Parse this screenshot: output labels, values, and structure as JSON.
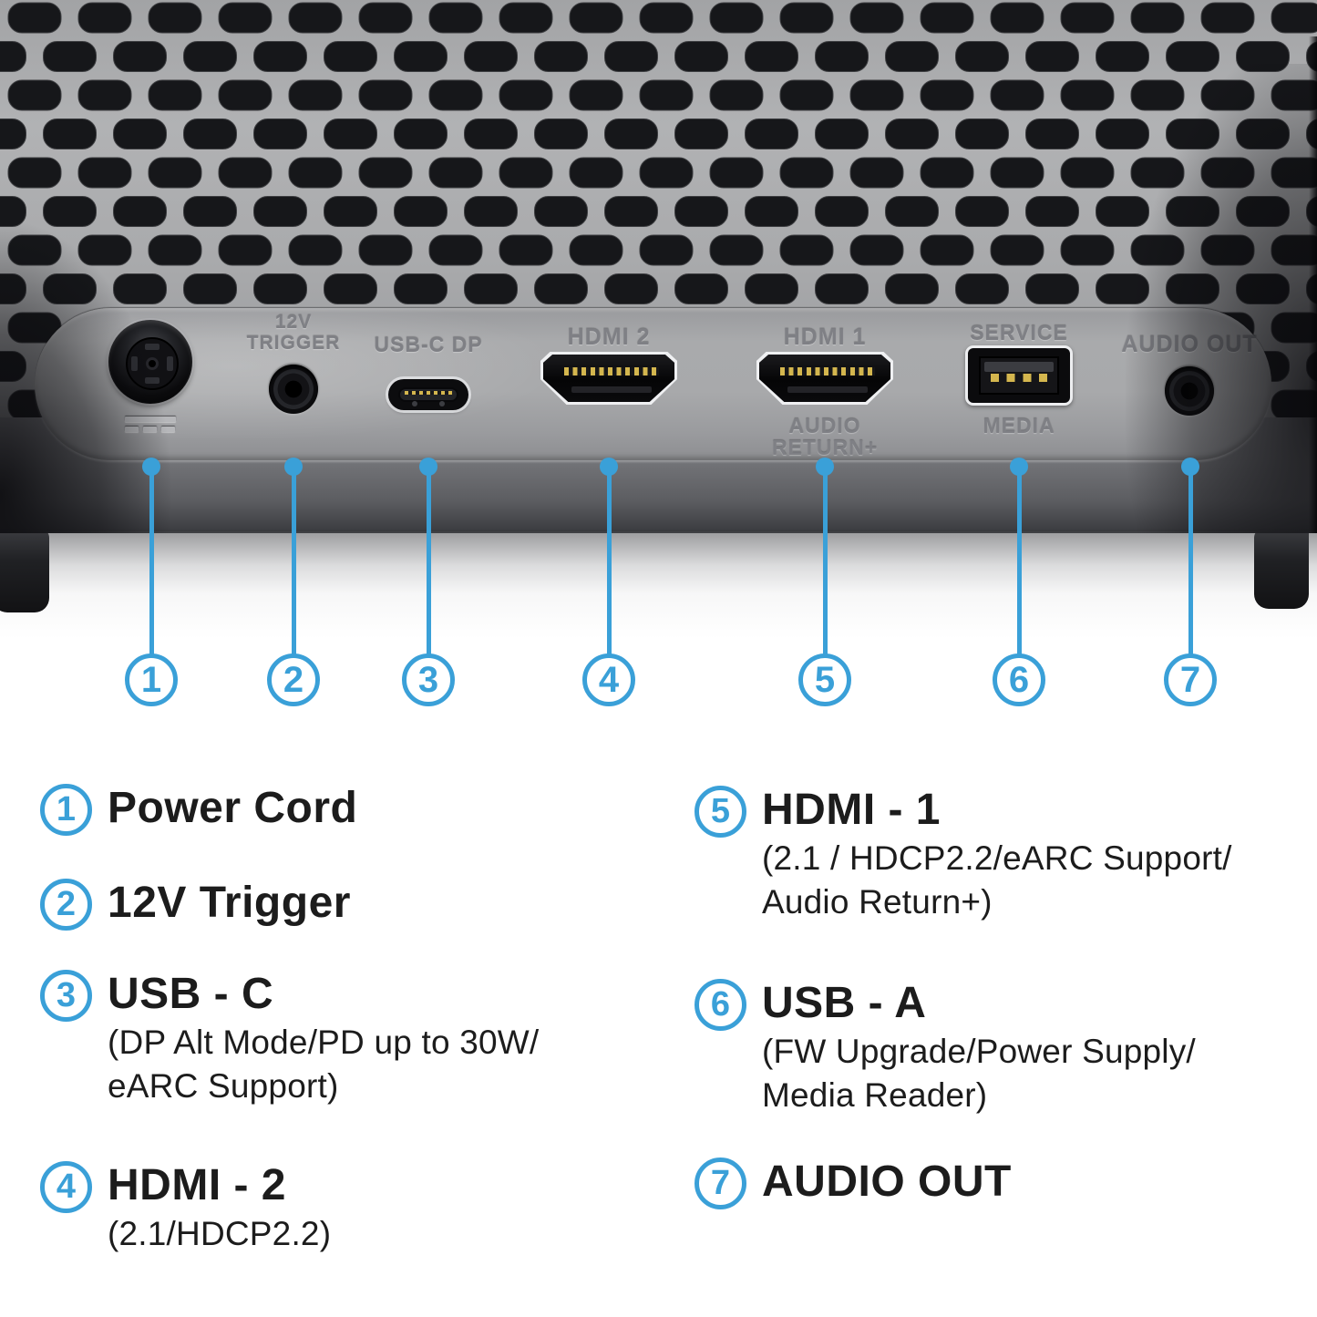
{
  "colors": {
    "accent_blue": "#3aa0d8",
    "legend_text": "#1c1c1c",
    "panel_label_gray": "#7f8085"
  },
  "diagram": {
    "panel_labels": {
      "trigger_line1": "12V",
      "trigger_line2": "TRIGGER",
      "usbc": "USB-C DP",
      "hdmi2": "HDMI 2",
      "hdmi1": "HDMI 1",
      "hdmi1_sub1": "AUDIO",
      "hdmi1_sub2": "RETURN+",
      "usba_top": "SERVICE",
      "usba_bottom": "MEDIA",
      "audio": "AUDIO OUT"
    },
    "callouts": [
      {
        "num": "1",
        "target": "power-cord"
      },
      {
        "num": "2",
        "target": "12v-trigger"
      },
      {
        "num": "3",
        "target": "usb-c"
      },
      {
        "num": "4",
        "target": "hdmi-2"
      },
      {
        "num": "5",
        "target": "hdmi-1"
      },
      {
        "num": "6",
        "target": "usb-a"
      },
      {
        "num": "7",
        "target": "audio-out"
      }
    ]
  },
  "legend": {
    "items": [
      {
        "num": "1",
        "title": "Power Cord",
        "subs": []
      },
      {
        "num": "2",
        "title": "12V Trigger",
        "subs": []
      },
      {
        "num": "3",
        "title": "USB - C",
        "subs": [
          "(DP Alt Mode/PD up to 30W/",
          "eARC Support)"
        ]
      },
      {
        "num": "4",
        "title": "HDMI - 2",
        "subs": [
          "(2.1/HDCP2.2)"
        ]
      },
      {
        "num": "5",
        "title": "HDMI - 1",
        "subs": [
          "(2.1 / HDCP2.2/eARC Support/",
          "Audio Return+)"
        ]
      },
      {
        "num": "6",
        "title": "USB - A",
        "subs": [
          "(FW Upgrade/Power Supply/",
          "Media Reader)"
        ]
      },
      {
        "num": "7",
        "title": "AUDIO OUT",
        "subs": []
      }
    ]
  }
}
